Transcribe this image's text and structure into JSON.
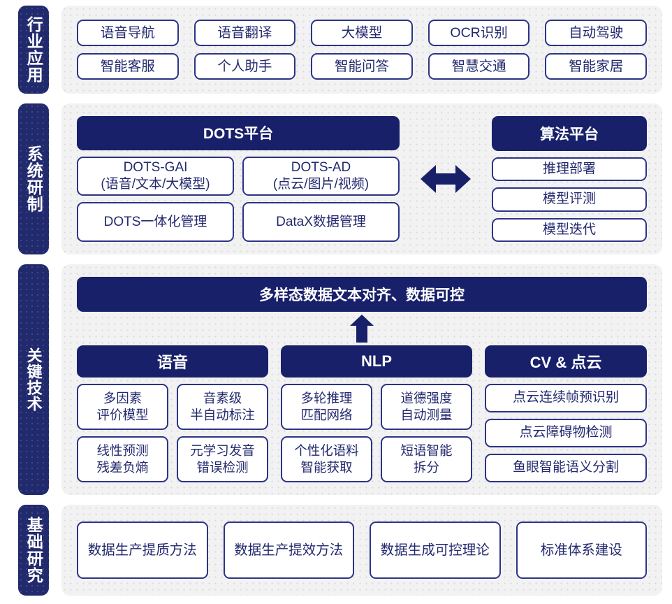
{
  "colors": {
    "navy_dark": "#18206a",
    "navy_sidebar": "#222a6e",
    "card_border": "#2c3486",
    "text_navy": "#23296e",
    "panel_bg": "#f2f2f3",
    "white": "#ffffff"
  },
  "sections": {
    "applications": {
      "side_label": "行业应用",
      "cards": [
        "语音导航",
        "语音翻译",
        "大模型",
        "OCR识别",
        "自动驾驶",
        "智能客服",
        "个人助手",
        "智能问答",
        "智慧交通",
        "智能家居"
      ]
    },
    "system": {
      "side_label": "系统研制",
      "dots_platform": {
        "title": "DOTS平台",
        "cards": [
          "DOTS-GAI\n(语音/文本/大模型)",
          "DOTS-AD\n(点云/图片/视频)",
          "DOTS一体化管理",
          "DataX数据管理"
        ]
      },
      "connector_icon": "double-arrow-horizontal-icon",
      "algorithm_platform": {
        "title": "算法平台",
        "cards": [
          "推理部署",
          "模型评测",
          "模型迭代"
        ]
      }
    },
    "key_technology": {
      "side_label": "关键技术",
      "top_bar": "多样态数据文本对齐、数据可控",
      "connector_icon": "arrow-up-icon",
      "columns": [
        {
          "title": "语音",
          "layout": "pairs",
          "cards": [
            "多因素\n评价模型",
            "音素级\n半自动标注",
            "线性预测\n残差负熵",
            "元学习发音\n错误检测"
          ]
        },
        {
          "title": "NLP",
          "layout": "pairs",
          "cards": [
            "多轮推理\n匹配网络",
            "道德强度\n自动测量",
            "个性化语料\n智能获取",
            "短语智能\n拆分"
          ]
        },
        {
          "title": "CV & 点云",
          "layout": "stack",
          "cards": [
            "点云连续帧预识别",
            "点云障碍物检测",
            "鱼眼智能语义分割"
          ]
        }
      ]
    },
    "basic_research": {
      "side_label": "基础研究",
      "cards": [
        "数据生产提质方法",
        "数据生产提效方法",
        "数据生成可控理论",
        "标准体系建设"
      ]
    }
  }
}
